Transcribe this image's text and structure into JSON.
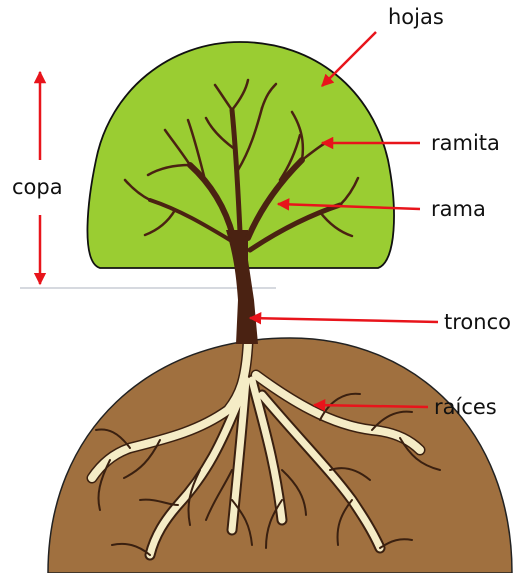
{
  "labels": {
    "hojas": "hojas",
    "ramita": "ramita",
    "rama": "rama",
    "copa": "copa",
    "tronco": "tronco",
    "raices": "raíces"
  },
  "colors": {
    "leaves": "#9acd32",
    "leaves_stroke": "#111111",
    "soil": "#a0703f",
    "soil_stroke": "#222222",
    "trunk": "#4a2212",
    "roots": "#f5ecc6",
    "arrow": "#e8141b",
    "guide_line": "#8a93a5"
  },
  "icons": {
    "leaves": "tree-canopy",
    "soil": "ground-mound",
    "trunk": "tree-trunk",
    "roots": "root-system"
  }
}
